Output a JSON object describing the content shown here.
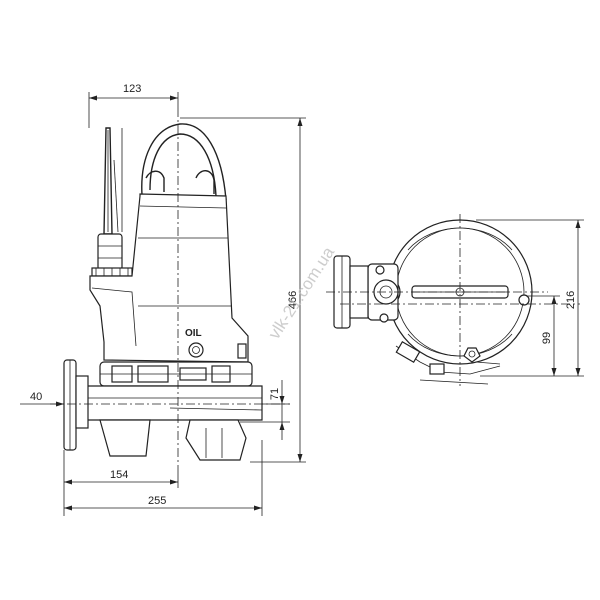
{
  "dimensions": {
    "top_width": "123",
    "height_total": "466",
    "flange_offset": "40",
    "base_height": "71",
    "center_to_outlet": "154",
    "overall_width": "255",
    "plan_height": "216",
    "plan_center": "99"
  },
  "labels": {
    "oil": "OIL"
  },
  "watermark": "vlk-21.com.ua",
  "colors": {
    "line": "#222222",
    "background": "#ffffff",
    "watermark": "#bdbdbd"
  }
}
